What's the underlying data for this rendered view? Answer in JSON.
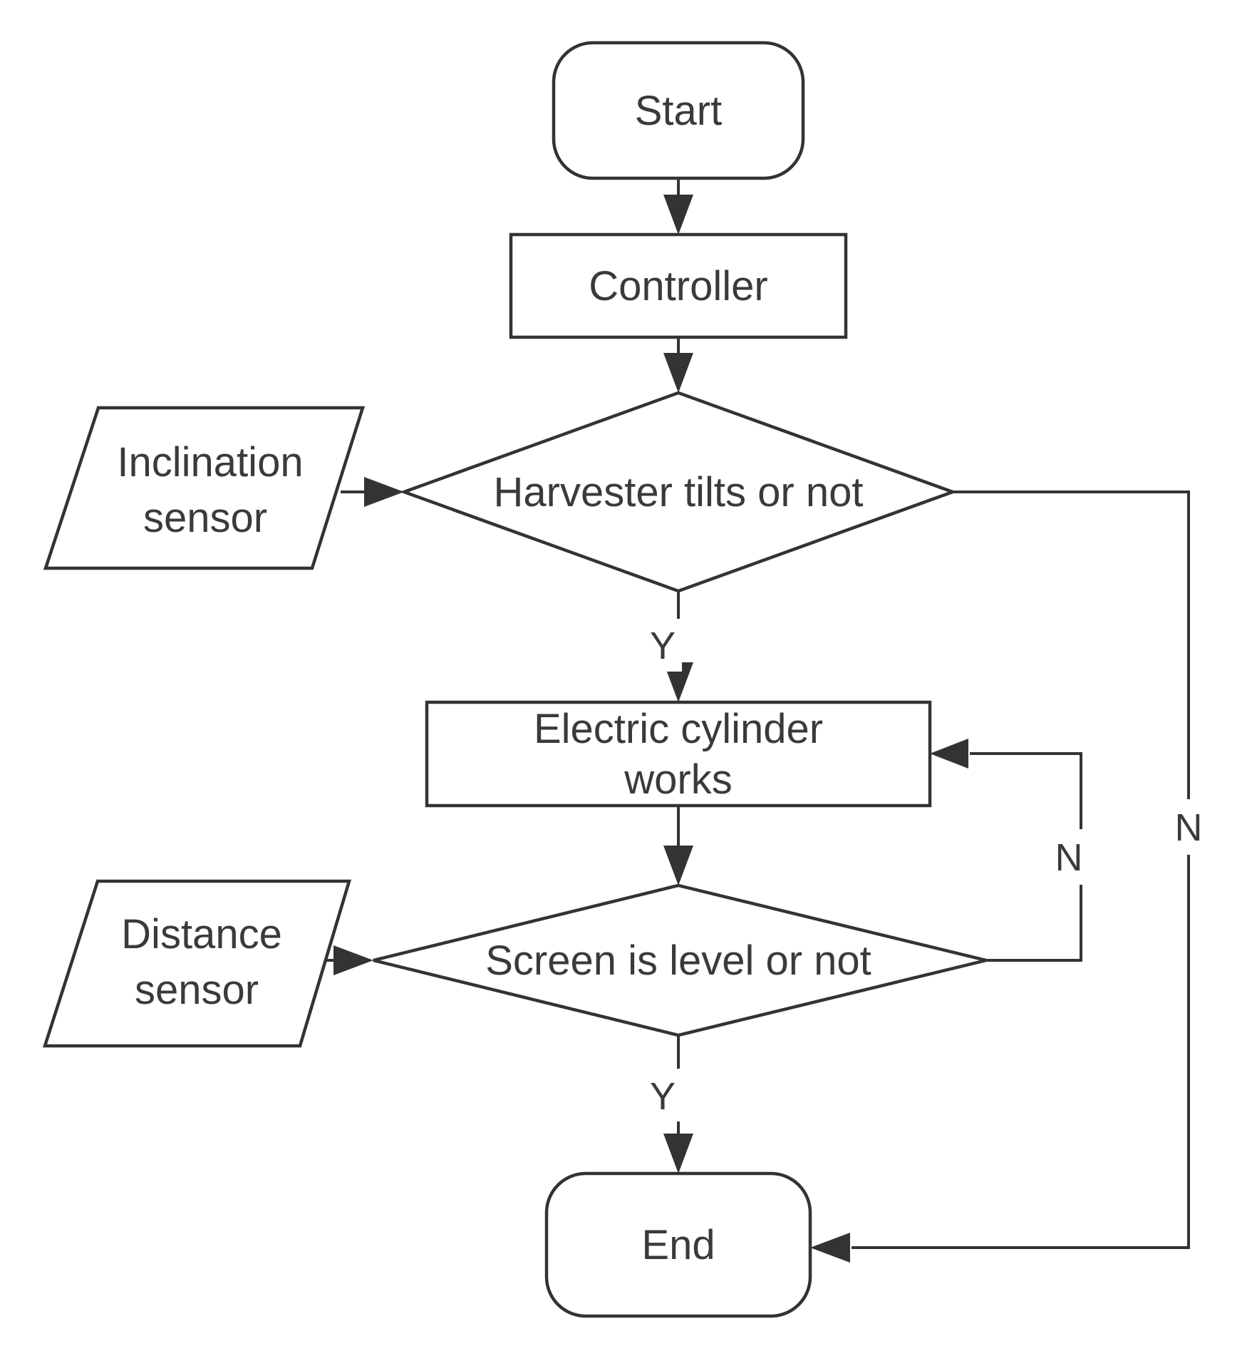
{
  "diagram": {
    "type": "flowchart",
    "background": "#ffffff",
    "stroke_color": "#333333",
    "text_color": "#3a3a3a"
  },
  "nodes": {
    "start": {
      "shape": "terminator",
      "label": "Start"
    },
    "controller": {
      "shape": "process",
      "label": "Controller"
    },
    "harvester_tilts": {
      "shape": "decision",
      "label": "Harvester tilts or not"
    },
    "inclination_sensor": {
      "shape": "data",
      "label": "Inclination sensor",
      "lines": [
        "Inclination",
        "sensor"
      ]
    },
    "electric_cylinder": {
      "shape": "process",
      "label": "Electric cylinder works",
      "lines": [
        "Electric cylinder",
        "works"
      ]
    },
    "screen_level": {
      "shape": "decision",
      "label": "Screen is level or not"
    },
    "distance_sensor": {
      "shape": "data",
      "label": "Distance sensor",
      "lines": [
        "Distance",
        "sensor"
      ]
    },
    "end": {
      "shape": "terminator",
      "label": "End"
    }
  },
  "edges": [
    {
      "from": "start",
      "to": "controller",
      "label": ""
    },
    {
      "from": "controller",
      "to": "harvester_tilts",
      "label": ""
    },
    {
      "from": "inclination_sensor",
      "to": "harvester_tilts",
      "label": ""
    },
    {
      "from": "harvester_tilts",
      "to": "electric_cylinder",
      "label": "Y"
    },
    {
      "from": "harvester_tilts",
      "to": "end",
      "label": "N"
    },
    {
      "from": "electric_cylinder",
      "to": "screen_level",
      "label": ""
    },
    {
      "from": "distance_sensor",
      "to": "screen_level",
      "label": ""
    },
    {
      "from": "screen_level",
      "to": "electric_cylinder",
      "label": "N"
    },
    {
      "from": "screen_level",
      "to": "end",
      "label": "Y"
    }
  ]
}
